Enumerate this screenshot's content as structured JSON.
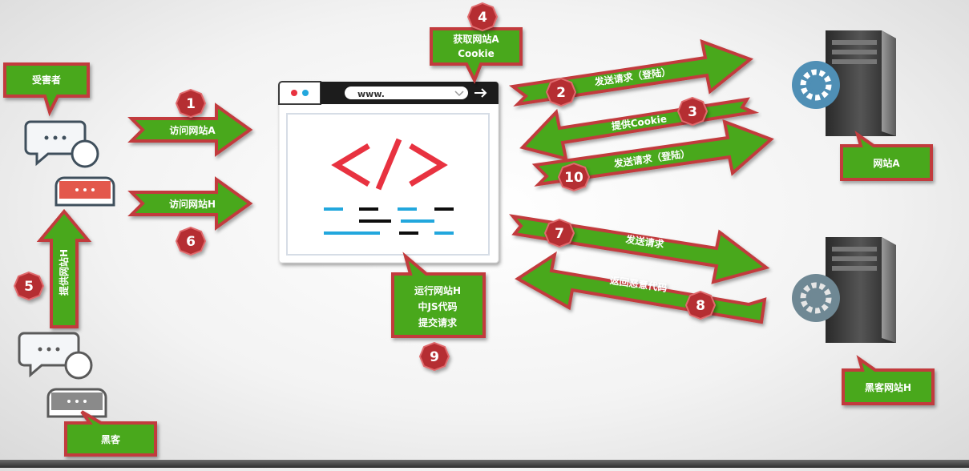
{
  "labels": {
    "victim": "受害者",
    "hacker": "黑客",
    "site_a": "网站A",
    "site_h": "黑客网站H",
    "get_cookie_line1": "获取网站A",
    "get_cookie_line2": "Cookie",
    "run_line1": "运行网站H",
    "run_line2": "中JS代码",
    "run_line3": "提交请求"
  },
  "arrows": {
    "visit_a": "访问网站A",
    "visit_h": "访问网站H",
    "provide_h": "提供网站H",
    "send_login": "发送请求（登陆）",
    "provide_cookie": "提供Cookie",
    "send_login_2": "发送请求（登陆）",
    "send_request": "发送请求",
    "return_malicious": "返回恶意代码"
  },
  "steps": [
    "1",
    "2",
    "3",
    "4",
    "5",
    "6",
    "7",
    "8",
    "9",
    "10"
  ],
  "browser": {
    "url": "www."
  },
  "colors": {
    "arrow_fill": "#49a81f",
    "arrow_border": "#c23b3e",
    "badge_fill": "#b52f33",
    "server_gear": "#4f8fb5",
    "code_red": "#e8333f",
    "code_blue": "#21a7dd"
  }
}
